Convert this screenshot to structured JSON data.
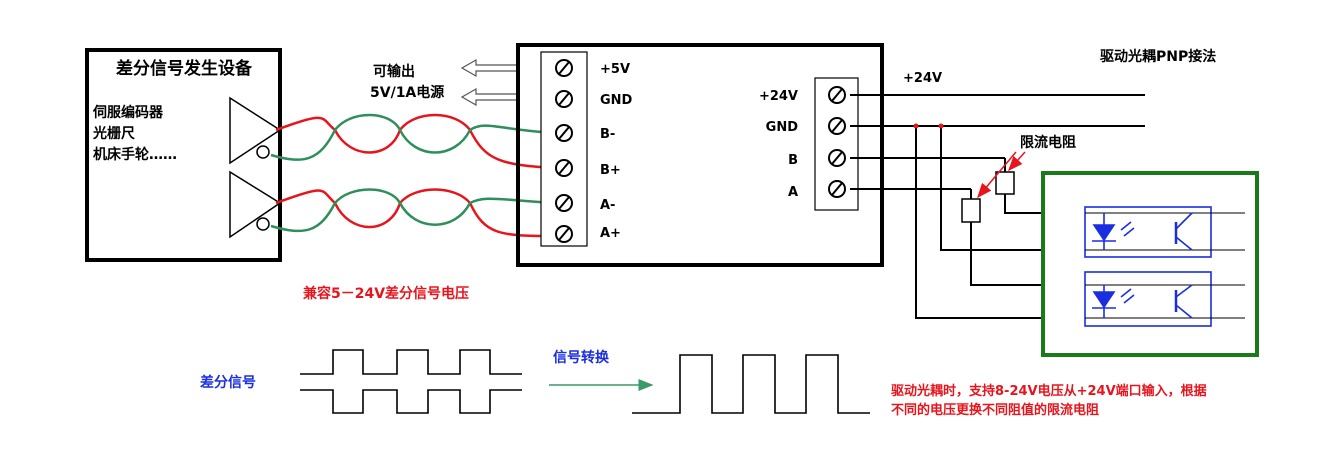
{
  "source_device": {
    "title": "差分信号发生设备",
    "items": [
      "伺服编码器",
      "光栅尺",
      "机床手轮……"
    ]
  },
  "power_output": {
    "line1": "可输出",
    "line2": "5V/1A电源"
  },
  "converter_left_terminals": [
    "+5V",
    "GND",
    "B-",
    "B+",
    "A-",
    "A+"
  ],
  "converter_right_terminals": [
    "+24V",
    "GND",
    "B",
    "A"
  ],
  "supply_label": "+24V",
  "right_title": "驱动光耦PNP接法",
  "resistor_label": "限流电阻",
  "compat_label": "兼容5－24V差分信号电压",
  "diff_signal_label": "差分信号",
  "conversion_label": "信号转换",
  "note_lines": [
    "驱动光耦时，支持8-24V电压从+24V端口输入，根据",
    "不同的电压更换不同阻值的限流电阻"
  ],
  "colors": {
    "red_wire": "#e8141c",
    "green_wire": "#2f8f5a",
    "optocoupler_box": "#1a7a1a",
    "optocoupler_symbol": "#1a2ee0",
    "label_blue": "#1a2ee0",
    "label_red": "#e8141c"
  }
}
